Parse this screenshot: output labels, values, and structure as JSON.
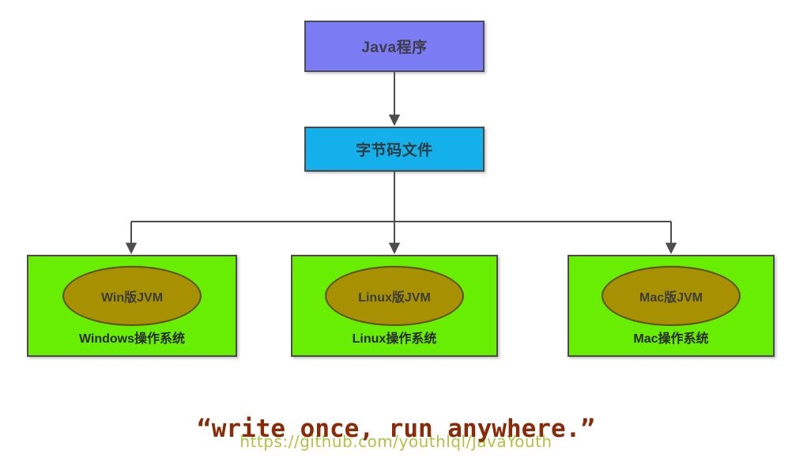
{
  "diagram": {
    "title_box": {
      "label": "Java程序",
      "color": "#7b7bf4"
    },
    "bytecode_box": {
      "label": "字节码文件",
      "color": "#14b0eb"
    },
    "platforms": [
      {
        "jvm_label": "Win版JVM",
        "os_label": "Windows操作系统",
        "box_color": "#67ee02",
        "jvm_color": "#a79102"
      },
      {
        "jvm_label": "Linux版JVM",
        "os_label": "Linux操作系统",
        "box_color": "#67ee02",
        "jvm_color": "#a79102"
      },
      {
        "jvm_label": "Mac版JVM",
        "os_label": "Mac操作系统",
        "box_color": "#67ee02",
        "jvm_color": "#a79102"
      }
    ],
    "connector_color": "#555555"
  },
  "footer": {
    "quote": "“write once, run anywhere.”",
    "quote_color": "#8a2a06",
    "watermark": "https://github.com/youthlql/JavaYouth",
    "watermark_color": "#a8c23a"
  }
}
